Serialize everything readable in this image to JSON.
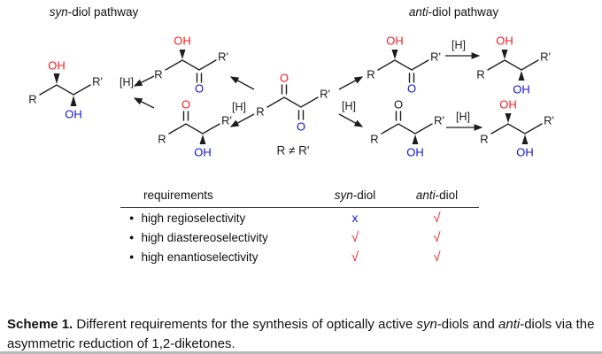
{
  "colors": {
    "red": "#ed1c24",
    "blue": "#1414cf",
    "ink": "#1c1c1c"
  },
  "titles": {
    "left": {
      "em": "syn",
      "rest": "-diol pathway"
    },
    "right": {
      "em": "anti",
      "rest": "-diol pathway"
    }
  },
  "labels": {
    "R": "R",
    "Rp": "R'",
    "O": "O",
    "OH": "OH",
    "H": "[H]",
    "neq": "R ≠ R'"
  },
  "table": {
    "col_requirements": "requirements",
    "col_syn": {
      "em": "syn",
      "rest": "-diol"
    },
    "col_anti": {
      "em": "anti",
      "rest": "-diol"
    },
    "bullet": "●",
    "rows": [
      {
        "label": "high regioselectivity",
        "syn": "x",
        "anti": "√"
      },
      {
        "label": "high diastereoselectivity",
        "syn": "√",
        "anti": "√"
      },
      {
        "label": "high enantioselectivity",
        "syn": "√",
        "anti": "√"
      }
    ]
  },
  "caption": {
    "label": "Scheme 1.",
    "s1": " Different requirements for the synthesis of optically active ",
    "em1": "syn",
    "s2": "-diols and ",
    "em2": "anti",
    "s3": "-diols via the asymmetric reduction of 1,2-diketones."
  }
}
